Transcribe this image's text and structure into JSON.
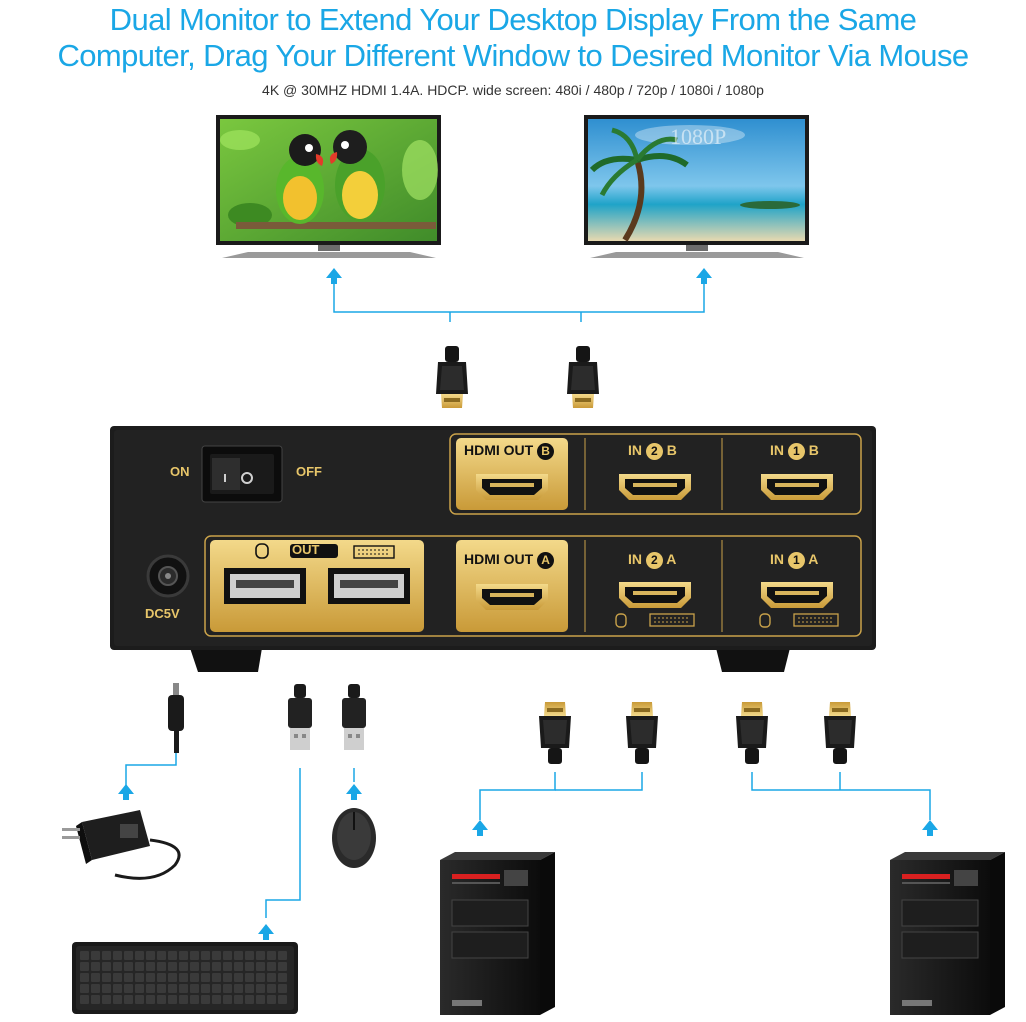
{
  "header": {
    "title_line1": "Dual Monitor to Extend Your Desktop Display From the Same",
    "title_line2": "Computer, Drag Your Different Window to Desired Monitor Via Mouse",
    "subtitle": "4K @ 30MHZ HDMI 1.4A. HDCP. wide screen: 480i / 480p / 720p / 1080i / 1080p"
  },
  "monitors": {
    "right_screen_text": "1080P"
  },
  "device": {
    "switch_on": "ON",
    "switch_off": "OFF",
    "power_label": "DC5V",
    "usb_out_label": "OUT",
    "ports": {
      "hdmi_out_b": "HDMI OUT",
      "hdmi_out_b_badge": "B",
      "hdmi_out_a": "HDMI OUT",
      "hdmi_out_a_badge": "A",
      "in2b_prefix": "IN",
      "in2b_num": "2",
      "in2b_suffix": "B",
      "in1b_prefix": "IN",
      "in1b_num": "1",
      "in1b_suffix": "B",
      "in2a_prefix": "IN",
      "in2a_num": "2",
      "in2a_suffix": "A",
      "in1a_prefix": "IN",
      "in1a_num": "1",
      "in1a_suffix": "A"
    }
  },
  "colors": {
    "title": "#1aa7e6",
    "arrow": "#1aa7e6",
    "gold": "#e8c66a",
    "device_body": "#1c1c1c"
  },
  "icons": [
    "arrow-up-icon",
    "hdmi-cable-icon",
    "usb-cable-icon",
    "power-adapter-icon",
    "mouse-icon",
    "keyboard-icon",
    "pc-tower-icon",
    "monitor-icon"
  ]
}
